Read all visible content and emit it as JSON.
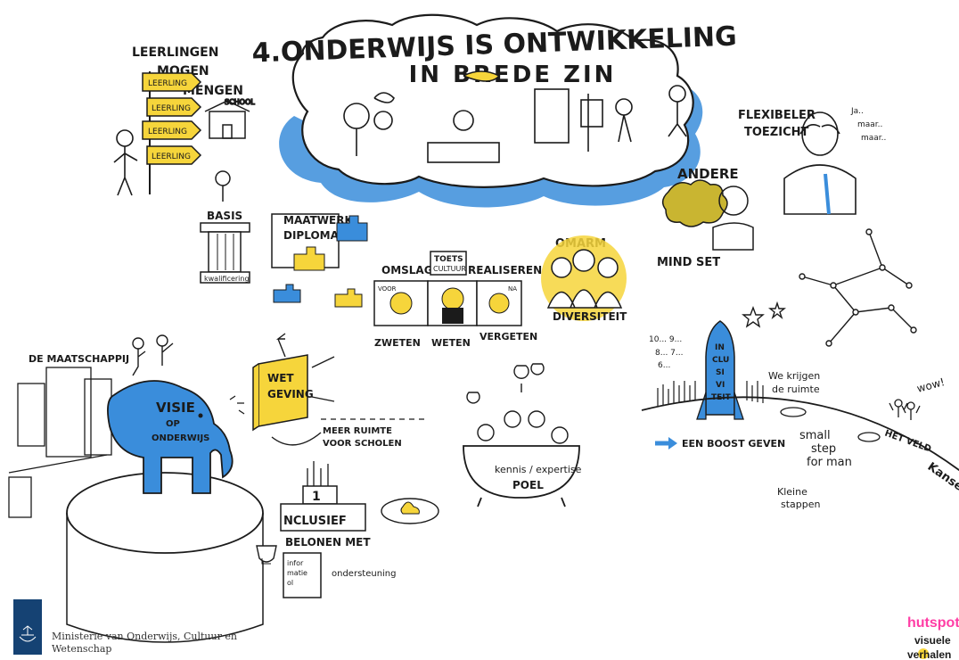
{
  "title": {
    "line1": "4.ONDERWIJS IS ONTWIKKELING",
    "line2": "IN BREDE ZIN"
  },
  "leerlingen": {
    "header": [
      "LEERLINGEN",
      "MOGEN",
      "MENGEN"
    ],
    "signs": [
      "LEERLING",
      "LEERLING",
      "LEERLING",
      "LEERLING"
    ],
    "school_label": "SCHOOL"
  },
  "basis_label": "BASIS",
  "pillar_label": "kwalificering",
  "flexibeler": [
    "FLEXIBELER",
    "TOEZICHT"
  ],
  "ja_maar": [
    "Ja..",
    "maar..",
    "maar.."
  ],
  "andere_mindset": [
    "ANDERE",
    "MIND SET"
  ],
  "maatwerk": [
    "MAATWERK",
    "DIPLOMA"
  ],
  "omslag": {
    "prefix": "OMSLAG IN",
    "badge": [
      "TOETS",
      "CULTUUR"
    ],
    "suffix": "REALISEREN",
    "voor": "VOOR",
    "na": "NA",
    "labels": [
      "ZWETEN",
      "WETEN",
      "VERGETEN"
    ]
  },
  "omarm": [
    "OMARM",
    "DIVERSITEIT"
  ],
  "maatschappij": "DE MAATSCHAPPIJ",
  "elephant_text": [
    "VISIE",
    "OP",
    "ONDERWIJS"
  ],
  "wetgeving": [
    "WET",
    "GEVING"
  ],
  "meer_ruimte": [
    "MEER RUIMTE",
    "VOOR SCHOLEN"
  ],
  "kennis": [
    "kennis / expertise",
    "POEL"
  ],
  "countdown": [
    "10... 9...",
    "8... 7...",
    "6..."
  ],
  "inclusiviteit": [
    "IN",
    "CLU",
    "SI",
    "VI",
    "TEIT"
  ],
  "we_krijgen": [
    "We krijgen",
    "de ruimte"
  ],
  "boost": "EEN BOOST GEVEN",
  "small_step": [
    "small",
    "step",
    "for man"
  ],
  "kleine_stappen": [
    "Kleine",
    "stappen"
  ],
  "wow": "wow!",
  "het_veld": "HET VELD",
  "kansen": "Kansen",
  "inclusief": "NCLUSIEF",
  "podium_number": "1",
  "belonen": "BELONEN MET",
  "informatie": [
    "infor",
    "matie",
    "ol"
  ],
  "ondersteuning": "ondersteuning",
  "footer": {
    "ministry": [
      "Ministerie van Onderwijs, Cultuur en",
      "Wetenschap"
    ]
  },
  "credits": [
    "hutspot",
    "visuele",
    "verhalen"
  ],
  "colors": {
    "ink": "#1b1b1b",
    "blue": "#3a8ddb",
    "yellow": "#f6d53b",
    "ministry_blue": "#154273",
    "hutspot_pink": "#ff3da5"
  }
}
